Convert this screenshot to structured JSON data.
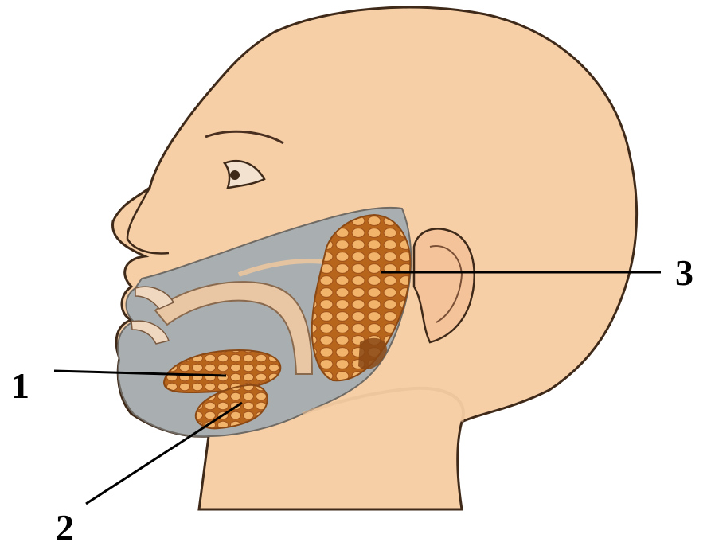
{
  "diagram": {
    "callouts": [
      {
        "id": "1",
        "label": "1"
      },
      {
        "id": "2",
        "label": "2"
      },
      {
        "id": "3",
        "label": "3"
      }
    ]
  },
  "colors": {
    "skin": "#f7cfa6",
    "outline": "#5a3a22",
    "cavity": "#a9aeb0",
    "gland": "#d9892f",
    "gland_cell": "#f3b76d",
    "leader_line": "#000000"
  }
}
